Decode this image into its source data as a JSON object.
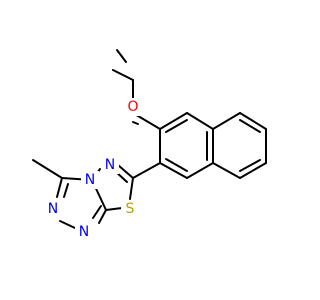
{
  "atom_labels": {
    "oxygen": "O",
    "nitrogen_triazole_fused": "N",
    "nitrogen_thiadiazole": "N",
    "nitrogen_triazole_upper": "N",
    "nitrogen_triazole_lower": "N",
    "sulfur": "S"
  },
  "colors": {
    "bond": "#000000",
    "oxygen": "#ff0000",
    "nitrogen": "#0000ff",
    "sulfur": "#b8a000",
    "background": "#ffffff"
  }
}
